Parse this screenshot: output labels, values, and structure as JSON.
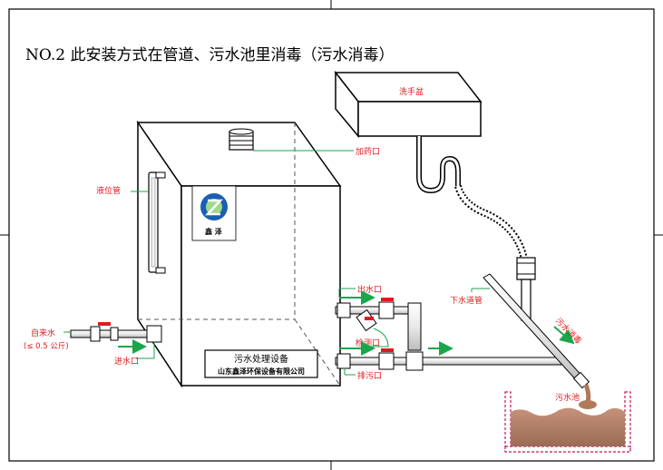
{
  "title": "NO.2 此安装方式在管道、污水池里消毒（污水消毒）",
  "labels": {
    "sink": "洗手盆",
    "dosing_port": "加药口",
    "level_tube": "液位管",
    "inlet": "进水口",
    "tap_water": "自来水",
    "tap_pressure": "(≤ 0.5 公斤)",
    "outlet": "出水口",
    "test_port": "检测口",
    "drain": "排污口",
    "downpipe": "下水道管",
    "sewage_disinfect": "污水消毒",
    "sewage_pool": "污水池"
  },
  "device": {
    "name": "污水处理设备",
    "maker": "山东鑫泽环保设备有限公司",
    "logo_text": "鑫 泽"
  },
  "colors": {
    "label_red": "#e0191c",
    "leader_green": "#1aa64b",
    "valve_red": "#e0191c",
    "pool_brown": "#b07a5a",
    "logo_blue": "#1a5fb4"
  }
}
